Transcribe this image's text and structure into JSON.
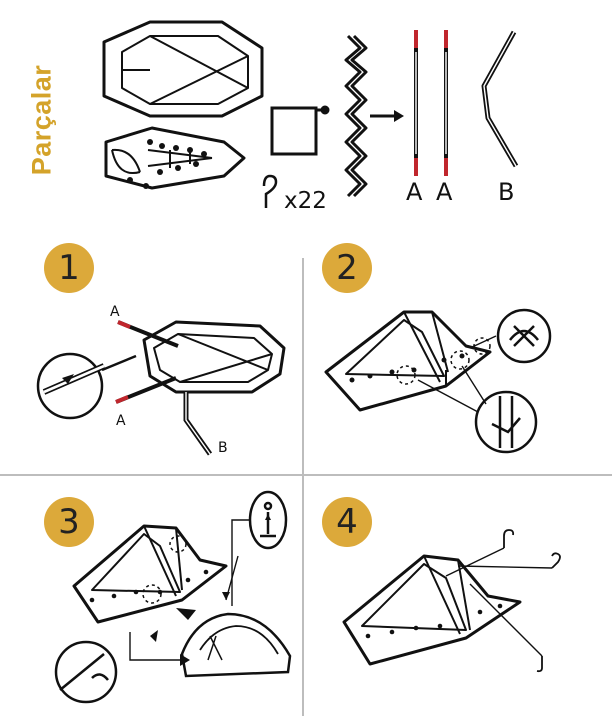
{
  "header": {
    "title": "Parçalar",
    "stake_count": "x22",
    "pole_labels": [
      "A",
      "A",
      "B"
    ]
  },
  "steps": [
    {
      "number": "1",
      "callouts": [
        "A",
        "A",
        "B"
      ]
    },
    {
      "number": "2"
    },
    {
      "number": "3"
    },
    {
      "number": "4"
    }
  ],
  "colors": {
    "accent": "#dca93a",
    "title": "#d4a32a",
    "pole_red": "#c0262d",
    "ink": "#111111",
    "divider": "#bdbdbd"
  },
  "icons": [
    "tent-body-icon",
    "fly-sheet-icon",
    "stuff-bag-icon",
    "stake-icon",
    "guy-rope-icon",
    "pole-icon",
    "bent-pole-icon",
    "clip-icon",
    "buckle-icon"
  ]
}
